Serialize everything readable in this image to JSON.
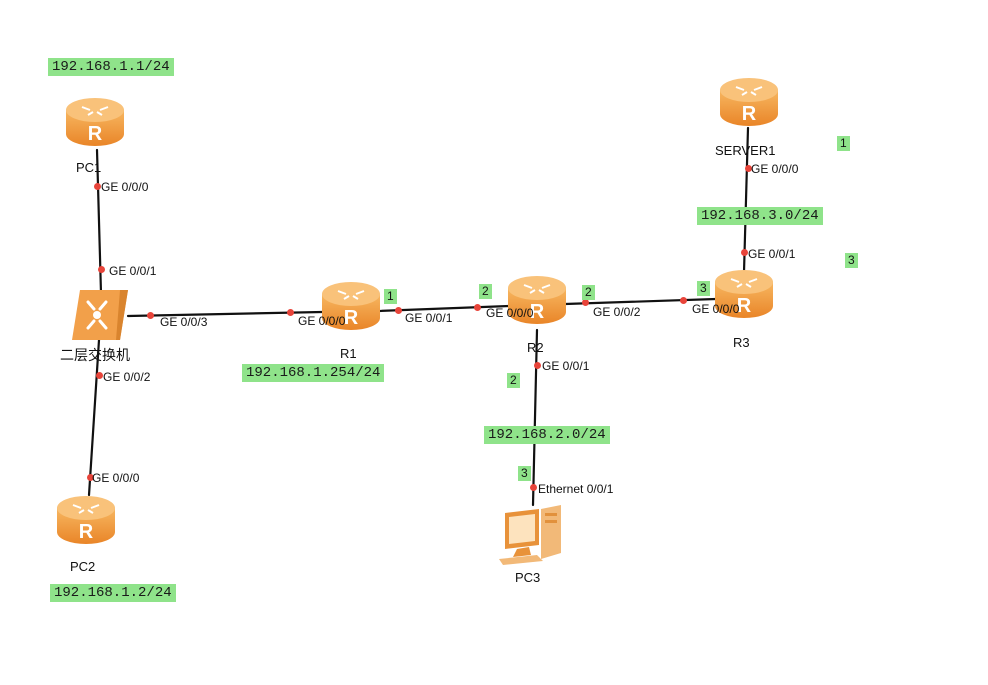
{
  "devices": {
    "pc1": {
      "label": "PC1",
      "icon": "router-icon"
    },
    "pc2": {
      "label": "PC2",
      "icon": "router-icon"
    },
    "switch": {
      "label": "二层交换机",
      "icon": "switch-icon"
    },
    "r1": {
      "label": "R1",
      "icon": "router-icon"
    },
    "r2": {
      "label": "R2",
      "icon": "router-icon"
    },
    "r3": {
      "label": "R3",
      "icon": "router-icon"
    },
    "server1": {
      "label": "SERVER1",
      "icon": "router-icon"
    },
    "pc3": {
      "label": "PC3",
      "icon": "pc-icon"
    }
  },
  "subnets": {
    "pc1": "192.168.1.1/24",
    "r1": "192.168.1.254/24",
    "pc2": "192.168.1.2/24",
    "r2_r3_server": "192.168.3.0/24",
    "r2_pc3": "192.168.2.0/24"
  },
  "ports": {
    "pc1_ge000": "GE 0/0/0",
    "sw_ge001": "GE 0/0/1",
    "sw_ge003": "GE 0/0/3",
    "sw_ge002": "GE 0/0/2",
    "pc2_ge000": "GE 0/0/0",
    "r1_ge000": "GE 0/0/0",
    "r1_ge001": "GE 0/0/1",
    "r2_ge000": "GE 0/0/0",
    "r2_ge002": "GE 0/0/2",
    "r2_ge001": "GE 0/0/1",
    "r3_ge000": "GE 0/0/0",
    "r3_ge001": "GE 0/0/1",
    "server_ge000": "GE 0/0/0",
    "pc3_eth": "Ethernet 0/0/1"
  },
  "numbers": {
    "n_r1_right": "1",
    "n_r2_left": "2",
    "n_r2_right": "2",
    "n_r3_left": "3",
    "n_r2_down": "2",
    "n_pc3_top": "3",
    "n_top_right": "1",
    "n_mid_right": "3"
  },
  "colors": {
    "router": "#f29a3c",
    "link": "#111111",
    "port_dot": "#e8443a",
    "label_bg": "#8fe38a"
  }
}
